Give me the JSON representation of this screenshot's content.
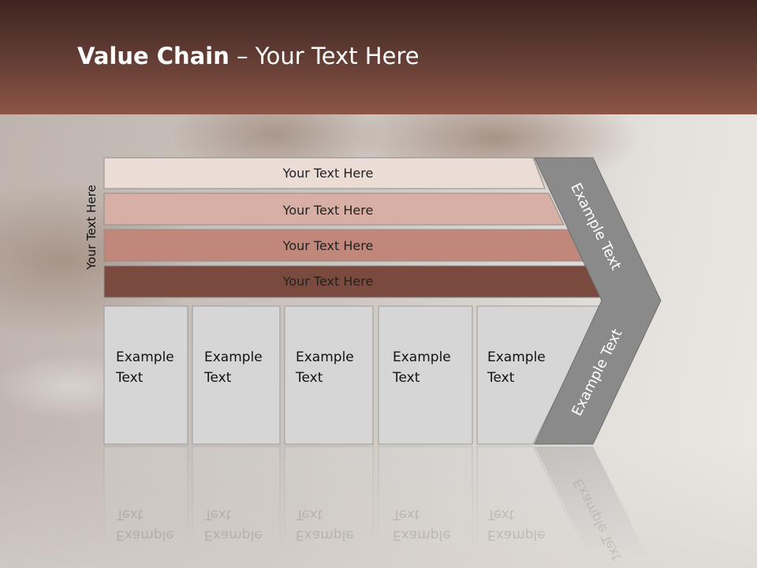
{
  "title": {
    "bold": "Value Chain",
    "rest": " – Your Text Here"
  },
  "side_label": "Your Text Here",
  "bars": [
    {
      "label": "Your Text Here",
      "color": "#ecdcd6"
    },
    {
      "label": "Your Text Here",
      "color": "#d7afa4"
    },
    {
      "label": "Your Text Here",
      "color": "#c0877a"
    },
    {
      "label": "Your Text Here",
      "color": "#7a4a3e"
    }
  ],
  "boxes": [
    {
      "line1": "Example",
      "line2": "Text"
    },
    {
      "line1": "Example",
      "line2": "Text"
    },
    {
      "line1": "Example",
      "line2": "Text"
    },
    {
      "line1": "Example",
      "line2": "Text"
    },
    {
      "line1": "Example",
      "line2": "Text"
    }
  ],
  "arrow": {
    "top_label": "Example Text",
    "bottom_label": "Example Text",
    "color": "#8a8a8a"
  },
  "colors": {
    "box_fill": "#d6d6d6",
    "box_stroke": "#9a9a9a"
  }
}
